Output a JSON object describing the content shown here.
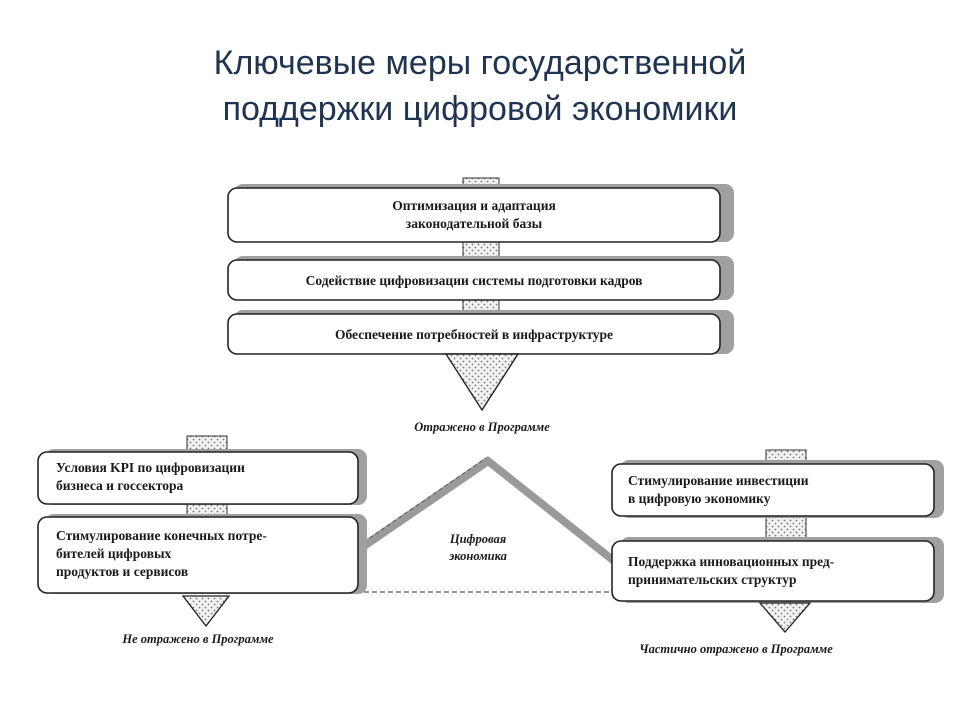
{
  "title": {
    "line1": "Ключевые меры государственной",
    "line2": "поддержки цифровой экономики"
  },
  "top_boxes": [
    {
      "lines": [
        "Оптимизация и адаптация",
        "законодательной базы"
      ]
    },
    {
      "lines": [
        "Содействие цифровизации системы подготовки кадров"
      ]
    },
    {
      "lines": [
        "Обеспечение потребностей в инфраструктуре"
      ]
    }
  ],
  "left_boxes": [
    {
      "lines": [
        "Условия KPI по цифровизации",
        "бизнеса и госсектора"
      ]
    },
    {
      "lines": [
        "Стимулирование конечных потре-",
        "бителей цифровых",
        "продуктов и сервисов"
      ]
    }
  ],
  "right_boxes": [
    {
      "lines": [
        "Стимулирование инвестиции",
        "в цифровую экономику"
      ]
    },
    {
      "lines": [
        "Поддержка инновационных пред-",
        "принимательских структур"
      ]
    }
  ],
  "center": {
    "lines": [
      "Цифровая",
      "экономика"
    ]
  },
  "captions": {
    "top": "Отражено в Программе",
    "left": "Не отражено в Программе",
    "right": "Частично отражено в Программе"
  },
  "colors": {
    "title": "#1f3451",
    "shadow": "#9a9a9a",
    "dots_fill": "#e4e4e4"
  }
}
